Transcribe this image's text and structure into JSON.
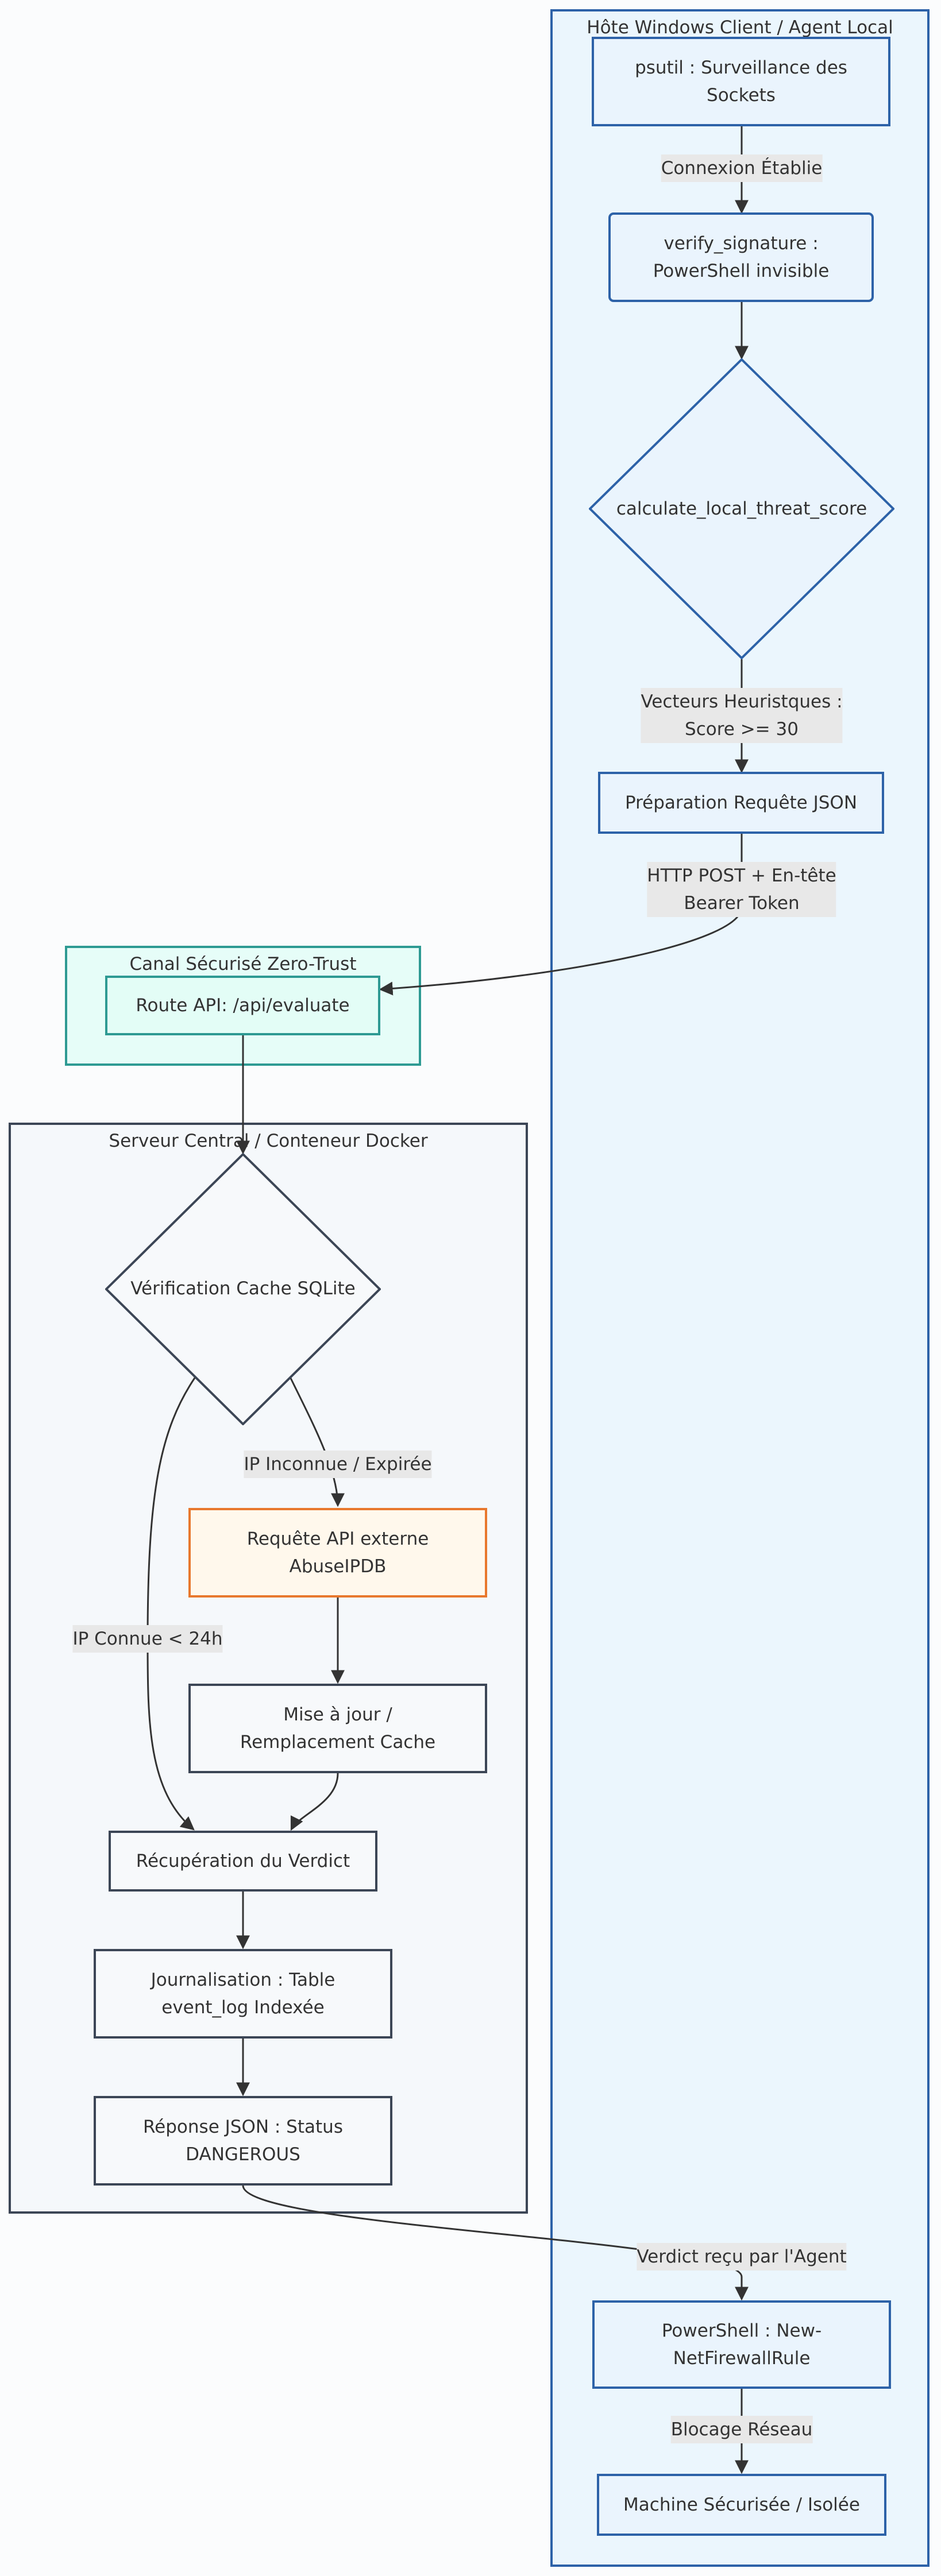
{
  "clusters": {
    "agent": {
      "title": "Hôte Windows Client / Agent Local",
      "fill": "#ebf6fd",
      "stroke": "#2d62a8"
    },
    "canal": {
      "title": "Canal Sécurisé Zero-Trust",
      "fill": "#e6fdf8",
      "stroke": "#2e9a93"
    },
    "server": {
      "title": "Serveur Central / Conteneur Docker",
      "fill": "#f5f8fb",
      "stroke": "#3c4656"
    }
  },
  "nodes": {
    "psutil": {
      "lines": [
        "psutil : Surveillance des",
        "Sockets"
      ]
    },
    "verify": {
      "lines": [
        "verify_signature :",
        "PowerShell invisible"
      ]
    },
    "threat": {
      "lines": [
        "calculate_local_threat_score"
      ]
    },
    "prep": {
      "lines": [
        "Préparation Requête JSON"
      ]
    },
    "route": {
      "lines": [
        "Route API: /api/evaluate"
      ]
    },
    "cache": {
      "lines": [
        "Vérification Cache SQLite"
      ]
    },
    "abuse": {
      "lines": [
        "Requête API externe",
        "AbuseIPDB"
      ]
    },
    "maj": {
      "lines": [
        "Mise à jour /",
        "Remplacement Cache"
      ]
    },
    "verdict": {
      "lines": [
        "Récupération du Verdict"
      ]
    },
    "journal": {
      "lines": [
        "Journalisation : Table",
        "event_log Indexée"
      ]
    },
    "reponse": {
      "lines": [
        "Réponse JSON : Status",
        "DANGEROUS"
      ]
    },
    "powershell": {
      "lines": [
        "PowerShell : New-",
        "NetFirewallRule"
      ]
    },
    "machine": {
      "lines": [
        "Machine Sécurisée / Isolée"
      ]
    }
  },
  "edge_labels": {
    "connexion": [
      "Connexion Établie"
    ],
    "vecteurs": [
      "Vecteurs Heuristques :",
      "Score >= 30"
    ],
    "http": [
      "HTTP POST + En-tête",
      "Bearer Token"
    ],
    "inconnue": [
      "IP Inconnue / Expirée"
    ],
    "connue": [
      "IP Connue < 24h"
    ],
    "recu": [
      "Verdict reçu par l'Agent"
    ],
    "blocage": [
      "Blocage Réseau"
    ]
  },
  "colors": {
    "blue_node_fill": "#eaf4fd",
    "blue_node_stroke": "#2d62a8",
    "teal_node_fill": "#e3fdf6",
    "teal_node_stroke": "#2e9a93",
    "server_node_fill": "#f7f9fb",
    "server_node_stroke": "#3c4656",
    "orange_node_fill": "#fff8ec",
    "orange_node_stroke": "#e8782d",
    "edge_label_bg": "#e8e8e8",
    "edge_stroke": "#333333"
  }
}
